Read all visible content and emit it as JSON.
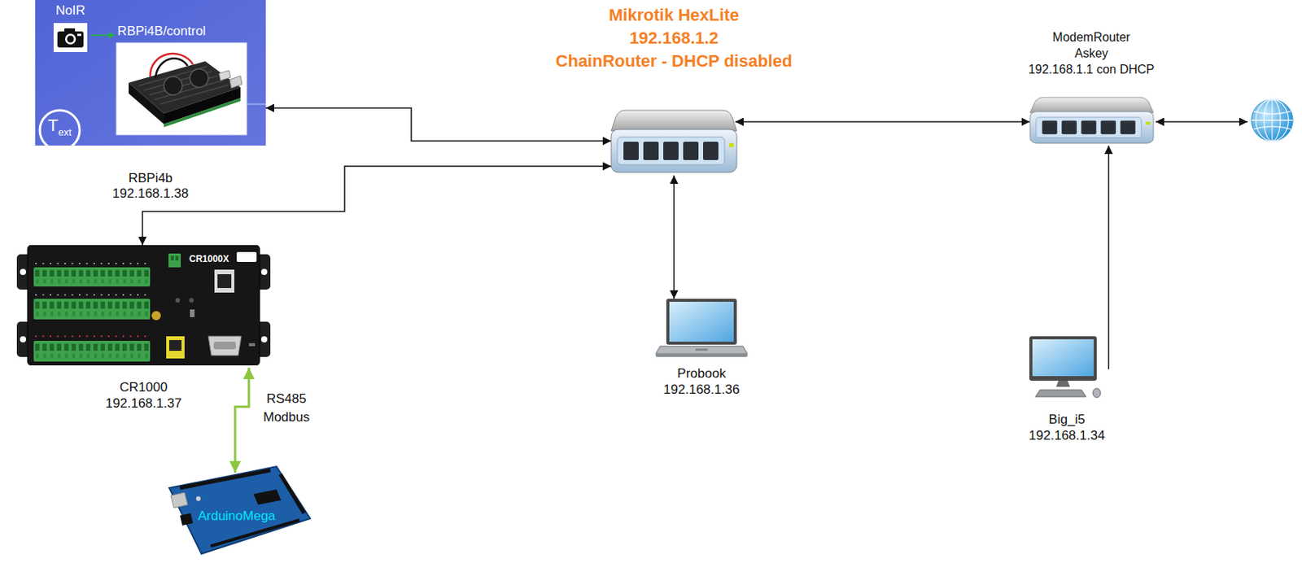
{
  "diagram": {
    "nodes": [
      {
        "text": [
          "RBPi4B/control",
          "RBPi4b",
          "192.168.1.38"
        ]
      },
      {
        "text": [
          "NoIR"
        ],
        "in": 0
      },
      {
        "text": [
          "T",
          "ext"
        ],
        "in": 0
      },
      {
        "text": [
          "Mikrotik HexLite",
          "192.168.1.2",
          "ChainRouter - DHCP disabled"
        ]
      },
      {
        "text": [
          "ModemRouter",
          "Askey",
          "192.168.1.1 con DHCP"
        ]
      },
      {
        "text": [
          "CR1000",
          "192.168.1.37"
        ]
      },
      {
        "text": [
          "Probook",
          "192.168.1.36"
        ]
      },
      {
        "text": [
          "Big_i5",
          "192.168.1.34"
        ]
      },
      {
        "text": [
          "ArduinoMega"
        ]
      }
    ],
    "edges": [
      {
        "from": 0,
        "to": 3,
        "arrow": "both"
      },
      {
        "from": 3,
        "to": 5,
        "arrow": "both"
      },
      {
        "from": 3,
        "to": 6,
        "arrow": "both"
      },
      {
        "from": 3,
        "to": 4,
        "arrow": "both"
      },
      {
        "from": 7,
        "to": 4,
        "arrow": "to"
      },
      {
        "from": 5,
        "to": 8,
        "label": "RS485 Modbus",
        "arrow": "both"
      }
    ],
    "labels": [
      "CR1000X"
    ]
  }
}
